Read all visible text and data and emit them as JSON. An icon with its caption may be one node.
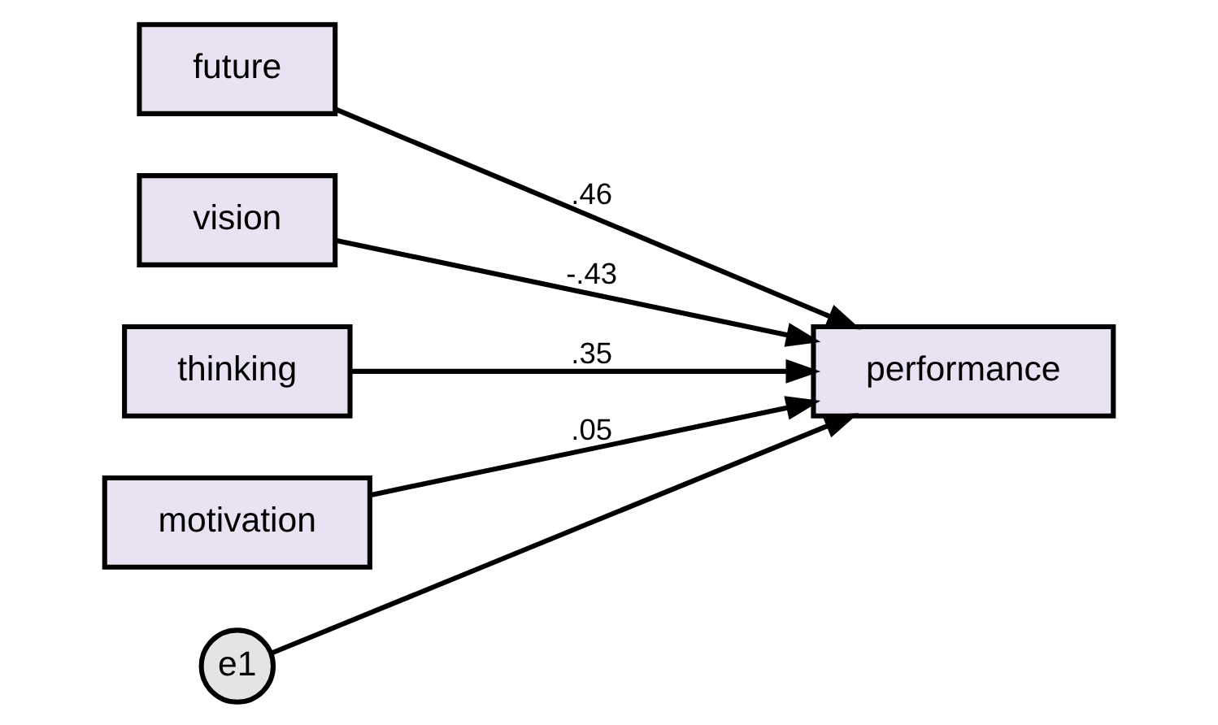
{
  "diagram": {
    "nodes": [
      {
        "text": [
          "future"
        ]
      },
      {
        "text": [
          "vision"
        ]
      },
      {
        "text": [
          "thinking"
        ]
      },
      {
        "text": [
          "motivation"
        ]
      },
      {
        "text": [
          "performance"
        ]
      },
      {
        "text": [
          "e1"
        ]
      }
    ],
    "edges": [
      {
        "from": 0,
        "to": 4,
        "arrow": "to",
        "label": ".46"
      },
      {
        "from": 1,
        "to": 4,
        "arrow": "to",
        "label": "-.43"
      },
      {
        "from": 2,
        "to": 4,
        "arrow": "to",
        "label": ".35"
      },
      {
        "from": 3,
        "to": 4,
        "arrow": "to",
        "label": ".05"
      },
      {
        "from": 5,
        "to": 4,
        "arrow": "to"
      }
    ]
  }
}
